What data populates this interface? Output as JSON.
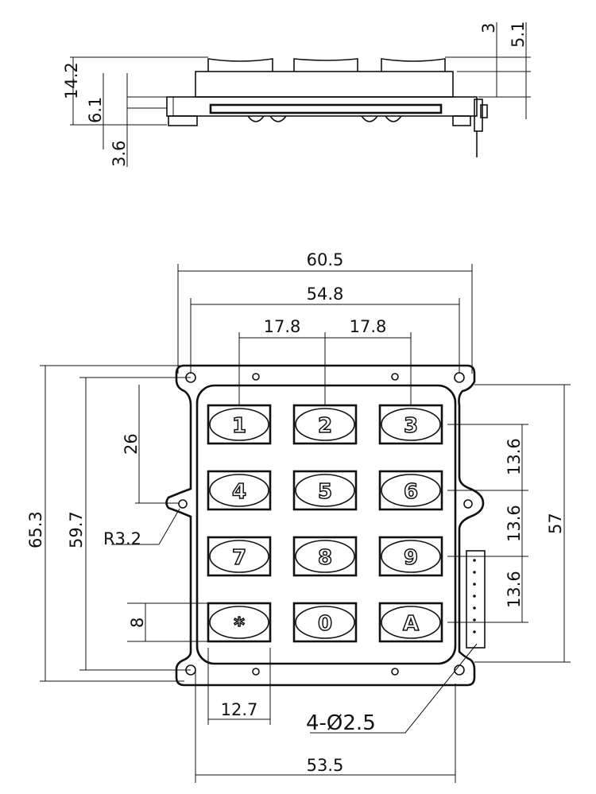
{
  "side_view": {
    "dims": {
      "key_travel": "3",
      "key_height": "5.1",
      "total_height": "14.2",
      "plate": "6.1",
      "bottom": "3.6"
    }
  },
  "front_view": {
    "dims": {
      "overall_width": "60.5",
      "hole_span_width": "54.8",
      "pitch_x1": "17.8",
      "pitch_x2": "17.8",
      "first_row_offset": "26",
      "ear_radius": "R3.2",
      "overall_height": "65.3",
      "hole_span_height": "59.7",
      "key_height": "8",
      "key_width": "12.7",
      "holes": "4-Ø2.5",
      "bottom_width": "53.5",
      "pitch_y1": "13.6",
      "pitch_y2": "13.6",
      "pitch_y3": "13.6",
      "inner_height": "57"
    },
    "keys": [
      "1",
      "2",
      "3",
      "4",
      "5",
      "6",
      "7",
      "8",
      "9",
      "*",
      "0",
      "A"
    ]
  }
}
